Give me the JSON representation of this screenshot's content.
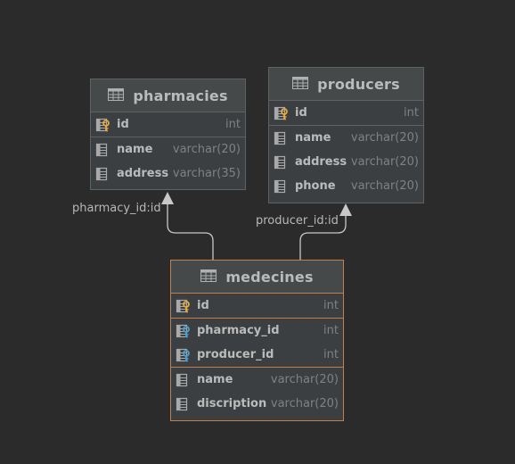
{
  "tables": {
    "pharmacies": {
      "title": "pharmacies",
      "pk": [
        {
          "name": "id",
          "type": "int",
          "icon": "primary-key-icon"
        }
      ],
      "columns": [
        {
          "name": "name",
          "type": "varchar(20)",
          "icon": "column-icon"
        },
        {
          "name": "address",
          "type": "varchar(35)",
          "icon": "column-icon"
        }
      ]
    },
    "producers": {
      "title": "producers",
      "pk": [
        {
          "name": "id",
          "type": "int",
          "icon": "primary-key-icon"
        }
      ],
      "columns": [
        {
          "name": "name",
          "type": "varchar(20)",
          "icon": "column-icon"
        },
        {
          "name": "address",
          "type": "varchar(20)",
          "icon": "column-icon"
        },
        {
          "name": "phone",
          "type": "varchar(20)",
          "icon": "column-icon"
        }
      ]
    },
    "medecines": {
      "title": "medecines",
      "pk": [
        {
          "name": "id",
          "type": "int",
          "icon": "primary-key-icon"
        }
      ],
      "fks": [
        {
          "name": "pharmacy_id",
          "type": "int",
          "icon": "foreign-key-icon"
        },
        {
          "name": "producer_id",
          "type": "int",
          "icon": "foreign-key-icon"
        }
      ],
      "columns": [
        {
          "name": "name",
          "type": "varchar(20)",
          "icon": "column-icon"
        },
        {
          "name": "discription",
          "type": "varchar(20)",
          "icon": "column-icon"
        }
      ]
    }
  },
  "relations": {
    "pharmacy": {
      "label": "pharmacy_id:id"
    },
    "producer": {
      "label": "producer_id:id"
    }
  },
  "colors": {
    "background": "#2b2b2b",
    "table_bg": "#3c3f41",
    "selected_border": "#c3804b",
    "text": "#bbbbbb",
    "type_text": "#7f8183",
    "pk_key": "#e6a93e",
    "fk_key": "#4a9fd0"
  }
}
